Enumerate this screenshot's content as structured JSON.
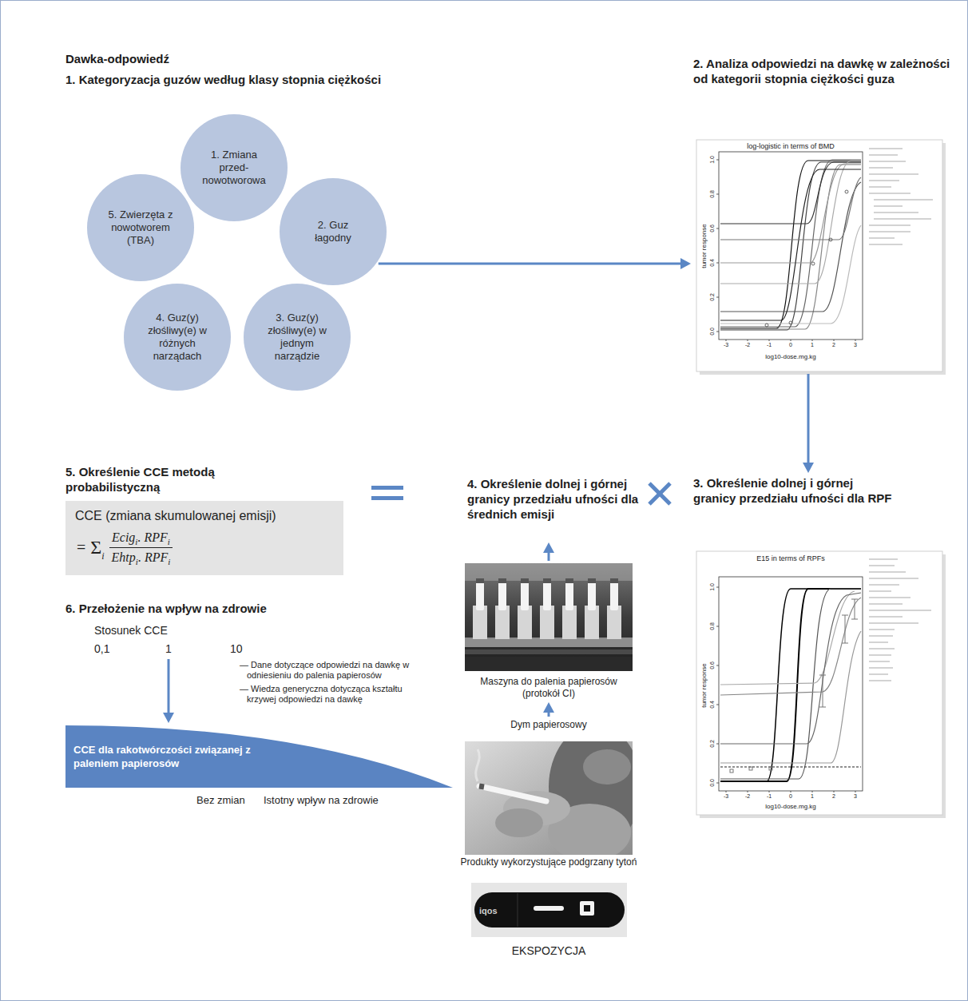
{
  "diagram": {
    "title": "Dawka-odpowiedź",
    "nodes": [
      {
        "text": [
          "1. Zmiana przed-nowotworowa"
        ]
      },
      {
        "text": [
          "2. Guz łagodny"
        ]
      },
      {
        "text": [
          "3. Guz(y) złośliwy(e) w jednym narządzie"
        ]
      },
      {
        "text": [
          "4. Guz(y) złośliwy(e) w różnych narządach"
        ]
      },
      {
        "text": [
          "5. Zwierzęta z nowotworem (TBA)"
        ]
      },
      {
        "text": [
          "2. Analiza odpowiedzi na dawkę w zależności od kategorii stopnia ciężkości guza",
          "log-logistic in terms of BMD",
          "tumor response",
          "log10-dose.mg.kg",
          "0.0",
          "0.2",
          "0.4",
          "0.6",
          "0.8",
          "1.0",
          "-3",
          "-2",
          "-1",
          "0",
          "1",
          "2",
          "3"
        ]
      },
      {
        "text": [
          "3. Określenie dolnej i górnej granicy przedziału ufności dla RPF",
          "E15 in terms of RPFs",
          "tumor response",
          "log10-dose.mg.kg",
          "0.0",
          "0.2",
          "0.4",
          "0.6",
          "0.8",
          "1.0",
          "-3",
          "-2",
          "-1",
          "0",
          "1",
          "2",
          "3"
        ]
      },
      {
        "text": [
          "CCE (zmiana skumulowanej emisji)",
          "=",
          "Σ",
          "i",
          "Ecig",
          "i",
          ". RPF",
          "i",
          "Ehtp",
          "i",
          ". RPF",
          "i"
        ]
      },
      {
        "text": [
          "Maszyna do palenia papierosów (protokół CI)"
        ]
      },
      {
        "text": [
          "Dym papierosowy",
          "Produkty wykorzystujące podgrzany tytoń"
        ]
      },
      {
        "text": [
          "iqos",
          "EKSPOZYCJA"
        ]
      },
      {
        "text": [
          "CCE dla rakotwórczości związanej z paleniem papierosów"
        ]
      }
    ],
    "edges": [
      {
        "from": 1,
        "to": 5,
        "arrow": "to"
      },
      {
        "from": 5,
        "to": 6,
        "arrow": "to"
      },
      {
        "from": 9,
        "to": 8,
        "arrow": "to"
      }
    ],
    "labels": [
      "1. Kategoryzacja guzów według klasy stopnia ciężkości",
      "5. Określenie CCE metodą probabilistyczną",
      "4. Określenie dolnej i górnej granicy przedziału ufności dla średnich emisji",
      "6. Przełożenie na wpływ na zdrowie",
      "Stosunek CCE",
      "0,1",
      "1",
      "10",
      "— Dane dotyczące odpowiedzi na dawkę w odniesieniu do palenia papierosów",
      "— Wiedza generyczna dotycząca kształtu krzywej odpowiedzi na dawkę",
      "Bez zmian",
      "Istotny wpływ na zdrowie"
    ]
  }
}
